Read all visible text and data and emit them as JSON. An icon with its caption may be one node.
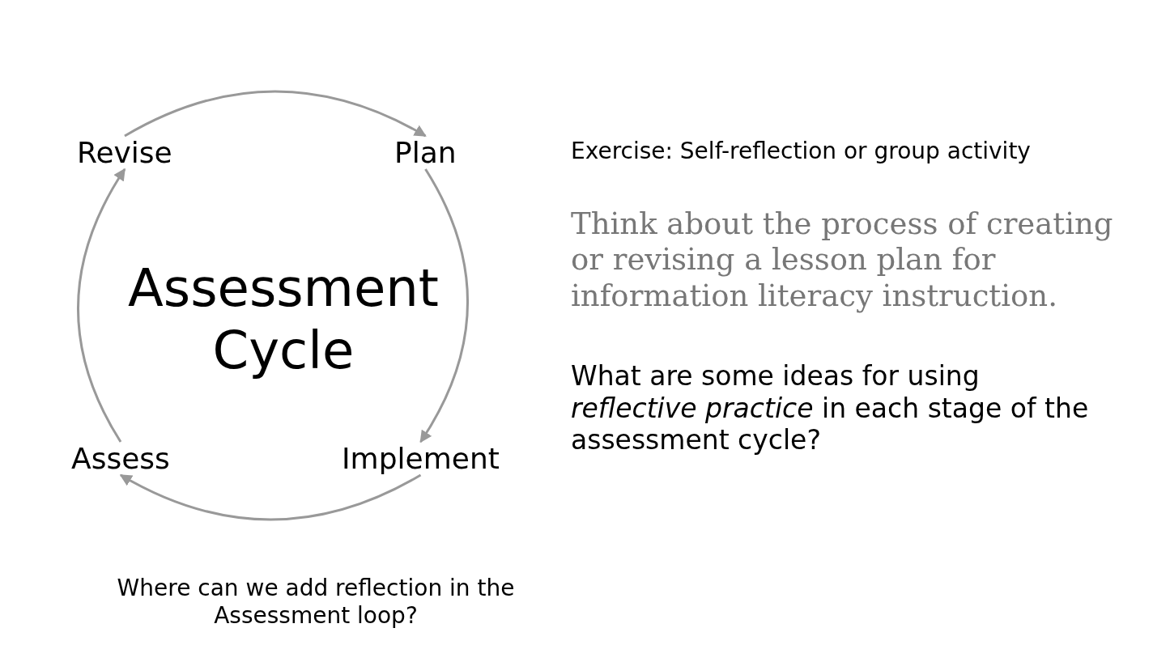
{
  "diagram": {
    "nodes": [
      {
        "text": [
          "Revise"
        ]
      },
      {
        "text": [
          "Plan"
        ]
      },
      {
        "text": [
          "Implement"
        ]
      },
      {
        "text": [
          "Assess"
        ]
      }
    ],
    "edges": [
      {
        "from": 0,
        "to": 1,
        "arrow": "to"
      },
      {
        "from": 1,
        "to": 2,
        "arrow": "to"
      },
      {
        "from": 2,
        "to": 3,
        "arrow": "to"
      },
      {
        "from": 3,
        "to": 0,
        "arrow": "to"
      }
    ],
    "labels": [
      "Assessment Cycle",
      "Exercise: Self-reflection or group activity",
      "Think about the process of creating or revising a lesson plan for information literacy instruction.",
      "What are some ideas for using *reflective practice* in each stage of the assessment cycle?",
      "Where can we add reflection in the Assessment loop?"
    ]
  }
}
